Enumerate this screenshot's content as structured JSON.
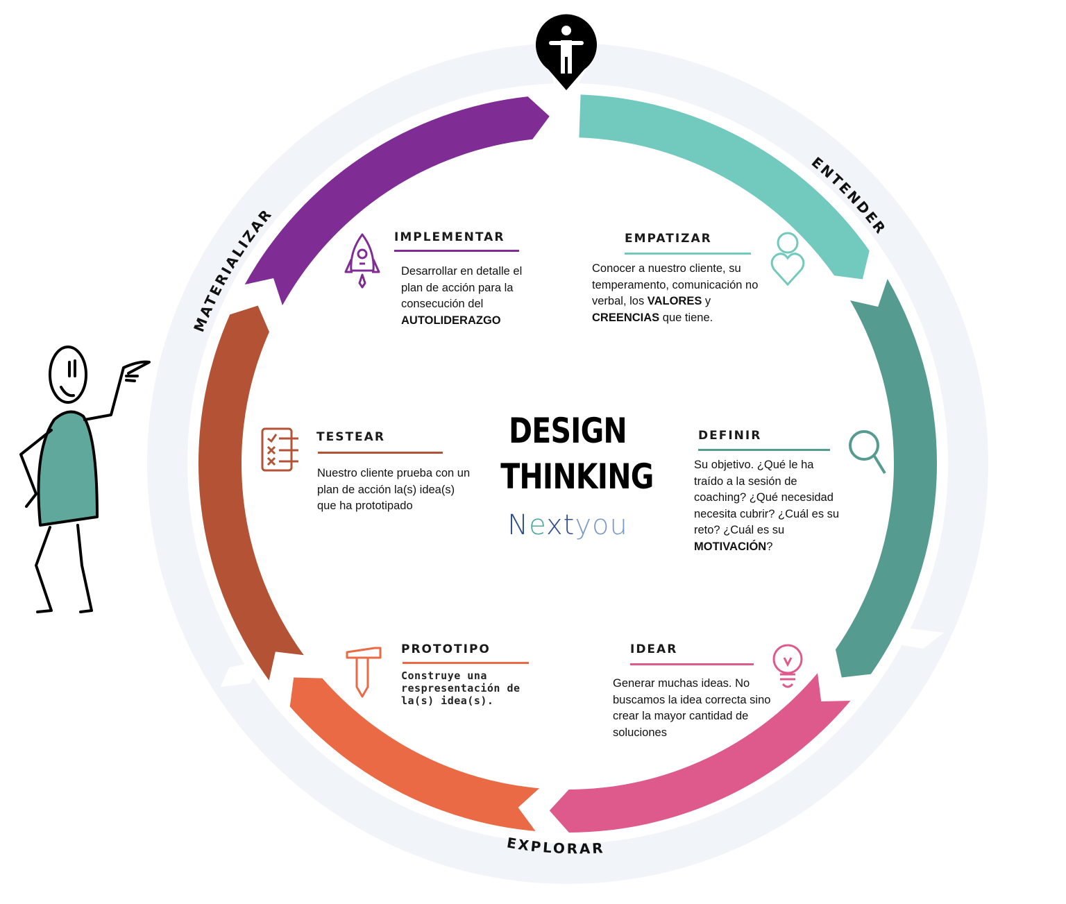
{
  "center": {
    "title_line1": "DESIGN",
    "title_line2": "THINKING",
    "brand": {
      "part1": "N",
      "part2": "e",
      "part3": "xt",
      "part4": "you"
    }
  },
  "phases": [
    {
      "label": "ENTENDER"
    },
    {
      "label": "EXPLORAR"
    },
    {
      "label": "MATERIALIZAR"
    }
  ],
  "stages": [
    {
      "id": "empatizar",
      "title": "EMPATIZAR",
      "icon": "person-heart-icon",
      "color": "#72c9bd",
      "desc_parts": [
        "Conocer a nuestro cliente, su temperamento, comunicación no verbal, los ",
        "VALORES",
        " y ",
        "CREENCIAS",
        " que tiene."
      ]
    },
    {
      "id": "definir",
      "title": "DEFINIR",
      "icon": "magnifier-icon",
      "color": "#559b8f",
      "desc_parts": [
        "Su objetivo. ¿Qué le ha traído a la sesión de coaching? ¿Qué necesidad necesita cubrir? ¿Cuál es su reto? ¿Cuál es su ",
        "MOTIVACIÓN",
        "?"
      ]
    },
    {
      "id": "idear",
      "title": "IDEAR",
      "icon": "lightbulb-icon",
      "color": "#df5a8c",
      "desc": "Generar muchas ideas. No buscamos la idea correcta sino crear la mayor cantidad de soluciones"
    },
    {
      "id": "prototipo",
      "title": "PROTOTIPO",
      "icon": "hammer-pencil-icon",
      "color": "#ea6a45",
      "desc": "Construye una respresentación de la(s) idea(s)."
    },
    {
      "id": "testear",
      "title": "TESTEAR",
      "icon": "checklist-icon",
      "color": "#b45235",
      "desc": "Nuestro cliente prueba con un plan de acción la(s) idea(s) que ha prototipado"
    },
    {
      "id": "implementar",
      "title": "IMPLEMENTAR",
      "icon": "rocket-icon",
      "color": "#7f2c94",
      "desc_parts": [
        "Desarrollar en detalle el plan de acción para la consecución del ",
        "AUTOLIDERAZGO"
      ]
    }
  ],
  "colors": {
    "ring_bg": "#f1f5f9",
    "teal": "#72c9bd",
    "dark_teal": "#559b8f",
    "pink": "#df5a8c",
    "orange": "#ea6a45",
    "brown": "#b45235",
    "purple": "#7f2c94",
    "brand_blue": "#2e4e8f",
    "brand_teal": "#4fa89a",
    "figure_shirt": "#5fa89b"
  },
  "markers": {
    "top_pin": "person-pin-icon",
    "character": "stick-figure-pointing"
  }
}
